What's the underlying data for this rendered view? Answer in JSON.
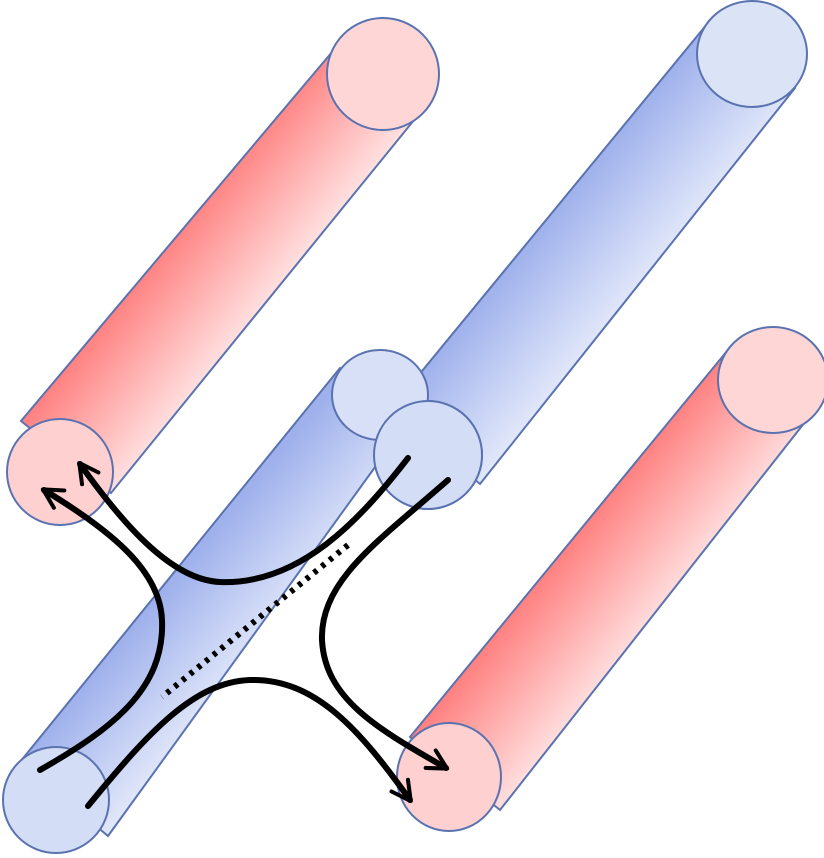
{
  "diagram": {
    "colors": {
      "red_dark": "#ff7f7f",
      "red_light": "#ffdede",
      "red_cap": "#ffd0d0",
      "blue_dark": "#9fb1ec",
      "blue_light": "#e2e8fa",
      "blue_cap": "#d3ddf6",
      "outline": "#5a73b0",
      "arrow": "#000000"
    },
    "cylinders": [
      {
        "id": "red-top-left",
        "color": "red"
      },
      {
        "id": "blue-top-right",
        "color": "blue"
      },
      {
        "id": "blue-center",
        "color": "blue"
      },
      {
        "id": "red-bottom-right",
        "color": "red"
      }
    ],
    "arrows": [
      {
        "id": "upper-left-arrow-outer"
      },
      {
        "id": "upper-left-arrow-inner"
      },
      {
        "id": "lower-right-arrow-outer"
      },
      {
        "id": "lower-right-arrow-inner"
      }
    ],
    "dotted_line": {
      "id": "center-dotted-line"
    }
  }
}
